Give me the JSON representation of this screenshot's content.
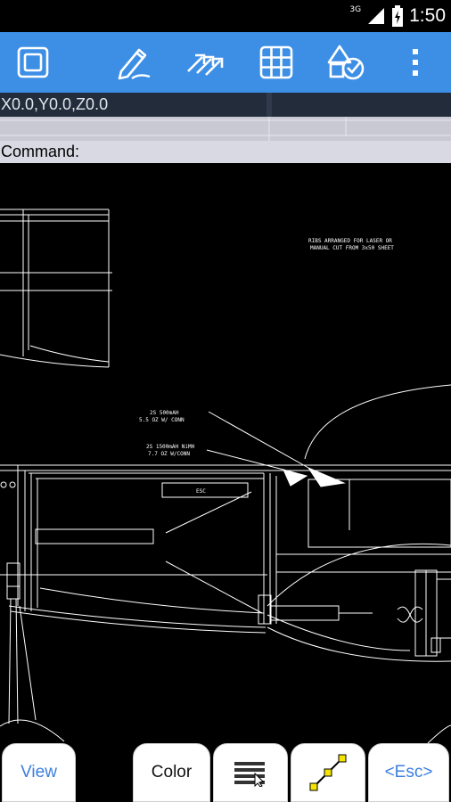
{
  "status": {
    "network": "3G",
    "time": "1:50"
  },
  "toolbar": {
    "tools": [
      {
        "name": "select-window-icon"
      },
      {
        "name": "pencil-draw-icon"
      },
      {
        "name": "move-arrows-icon"
      },
      {
        "name": "grid-icon"
      },
      {
        "name": "shapes-icon"
      },
      {
        "name": "overflow-menu-icon"
      }
    ],
    "color_bg": "#3d8fe6",
    "icon_color": "#ffffff"
  },
  "coordinates": "X0.0,Y0.0,Z0.0",
  "command_label": "Command:",
  "drawing": {
    "note_top_right": [
      "RIBS ARRANGED FOR LASER OR",
      "MANUAL CUT FROM 3x50 SHEET"
    ],
    "label_1": [
      "2S 500mAH",
      "5.5 OZ W/ CONN"
    ],
    "label_2": [
      "2S 1500mAH NiMH",
      "7.7 OZ W/CONN"
    ],
    "label_esc": "ESC"
  },
  "buttons": {
    "view": "View",
    "color": "Color",
    "layers_icon": "layers-icon",
    "polyline_icon": "polyline-icon",
    "esc": "<Esc>"
  }
}
